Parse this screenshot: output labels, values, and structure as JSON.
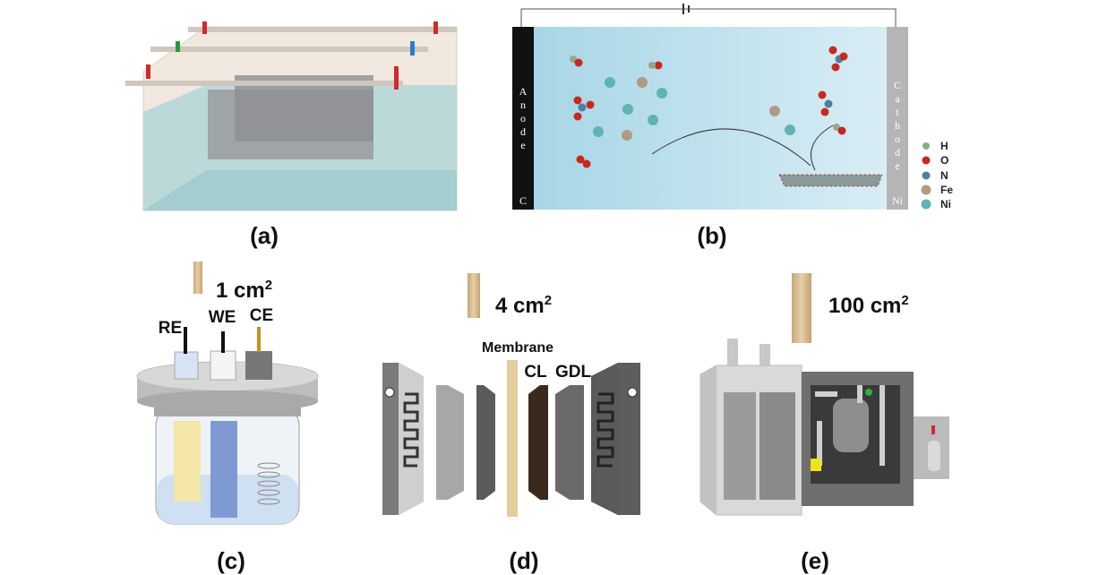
{
  "panels": {
    "a": {
      "label": "(a)"
    },
    "b": {
      "label": "(b)",
      "anode": "Anode",
      "anode_material": "C",
      "cathode": "Cathode",
      "cathode_material": "Ni",
      "legend": [
        {
          "symbol": "H",
          "color": "#8fa98a"
        },
        {
          "symbol": "O",
          "color": "#c8281e"
        },
        {
          "symbol": "N",
          "color": "#4f7fa0"
        },
        {
          "symbol": "Fe",
          "color": "#b09a82"
        },
        {
          "symbol": "Ni",
          "color": "#5fb3b3"
        }
      ]
    },
    "c": {
      "label": "(c)",
      "area": "1 cm",
      "area_exp": "2",
      "electrodes": [
        "RE",
        "WE",
        "CE"
      ]
    },
    "d": {
      "label": "(d)",
      "area": "4 cm",
      "area_exp": "2",
      "membrane": "Membrane",
      "cl": "CL",
      "gdl": "GDL"
    },
    "e": {
      "label": "(e)",
      "area": "100 cm",
      "area_exp": "2"
    }
  }
}
